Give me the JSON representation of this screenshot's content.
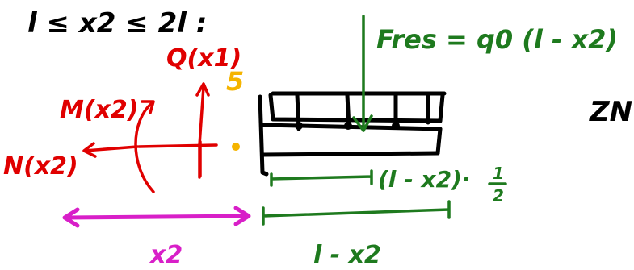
{
  "condition": "l ≤ x2 ≤ 2l :",
  "shear_label": "Q(x1)",
  "moment_label": "M(x2)",
  "normal_label": "N(x2)",
  "orange_mark": "5",
  "resultant_label": "Fres = q0 (l - x2)",
  "lever_label": "(l - x2)·",
  "lever_half_num": "1",
  "lever_half_den": "2",
  "x_label": "x2",
  "remaining_label": "l - x2",
  "right_label": "ZN",
  "colors": {
    "black": "#000000",
    "red": "#e00000",
    "green": "#1e7a1e",
    "magenta": "#d81fc8",
    "orange": "#f5b400"
  }
}
